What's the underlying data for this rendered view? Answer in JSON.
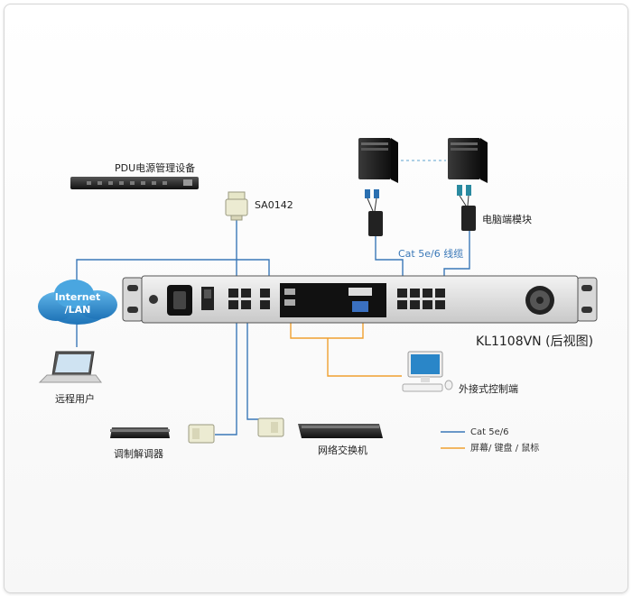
{
  "labels": {
    "pdu": "PDU电源管理设备",
    "adapter": "SA0142",
    "computer_module": "电脑端模块",
    "cable": "Cat 5e/6 线缆",
    "internet_line1": "Internet",
    "internet_line2": "/LAN",
    "remote_user": "远程用户",
    "model": "KL1108VN (后视图)",
    "console": "外接式控制端",
    "modem": "调制解调器",
    "switch": "网络交换机"
  },
  "legend": [
    {
      "label": "Cat 5e/6",
      "color": "#3a78b8"
    },
    {
      "label": "屏幕/ 键盘 / 鼠标",
      "color": "#f0a030"
    }
  ],
  "colors": {
    "cat_line": "#3a78b8",
    "console_line": "#f0a030",
    "cloud": "#2a86c8",
    "device": "#2b2b2b"
  }
}
